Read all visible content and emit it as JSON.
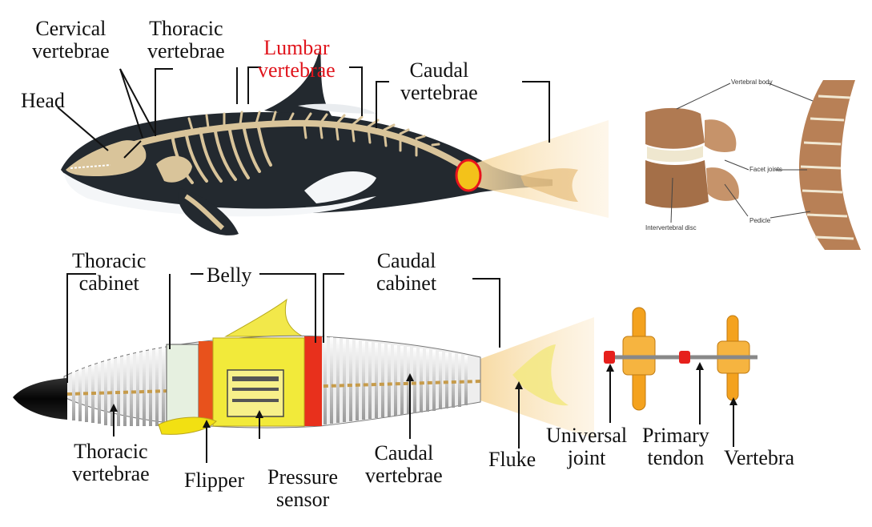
{
  "top": {
    "labels": {
      "cervical": "Cervical\nvertebrae",
      "thoracic": "Thoracic\nvertebrae",
      "lumbar": "Lumbar\nvertebrae",
      "caudal": "Caudal\nvertebrae",
      "head": "Head"
    },
    "inset": {
      "vertebral_body": "Vertebral body",
      "facet_joints": "Facet joints",
      "intervertebral_disc": "Intervertebral disc",
      "pedicle": "Pedicle"
    }
  },
  "bottom": {
    "labels": {
      "thoracic_cabinet": "Thoracic\ncabinet",
      "belly": "Belly",
      "caudal_cabinet": "Caudal\ncabinet",
      "thoracic_vertebrae": "Thoracic\nvertebrae",
      "flipper": "Flipper",
      "pressure_sensor": "Pressure\nsensor",
      "caudal_vertebrae": "Caudal\nvertebrae",
      "fluke": "Fluke",
      "universal_joint": "Universal\njoint",
      "primary_tendon": "Primary\ntendon",
      "vertebra": "Vertebra"
    }
  },
  "colors": {
    "whale_body": "#23292f",
    "whale_belly": "#f4f6f8",
    "bone": "#d9c49a",
    "highlight": "#e8141c",
    "robot_yellow": "#f2ea3a",
    "robot_red": "#e8521c",
    "orange_part": "#f4a21e"
  }
}
